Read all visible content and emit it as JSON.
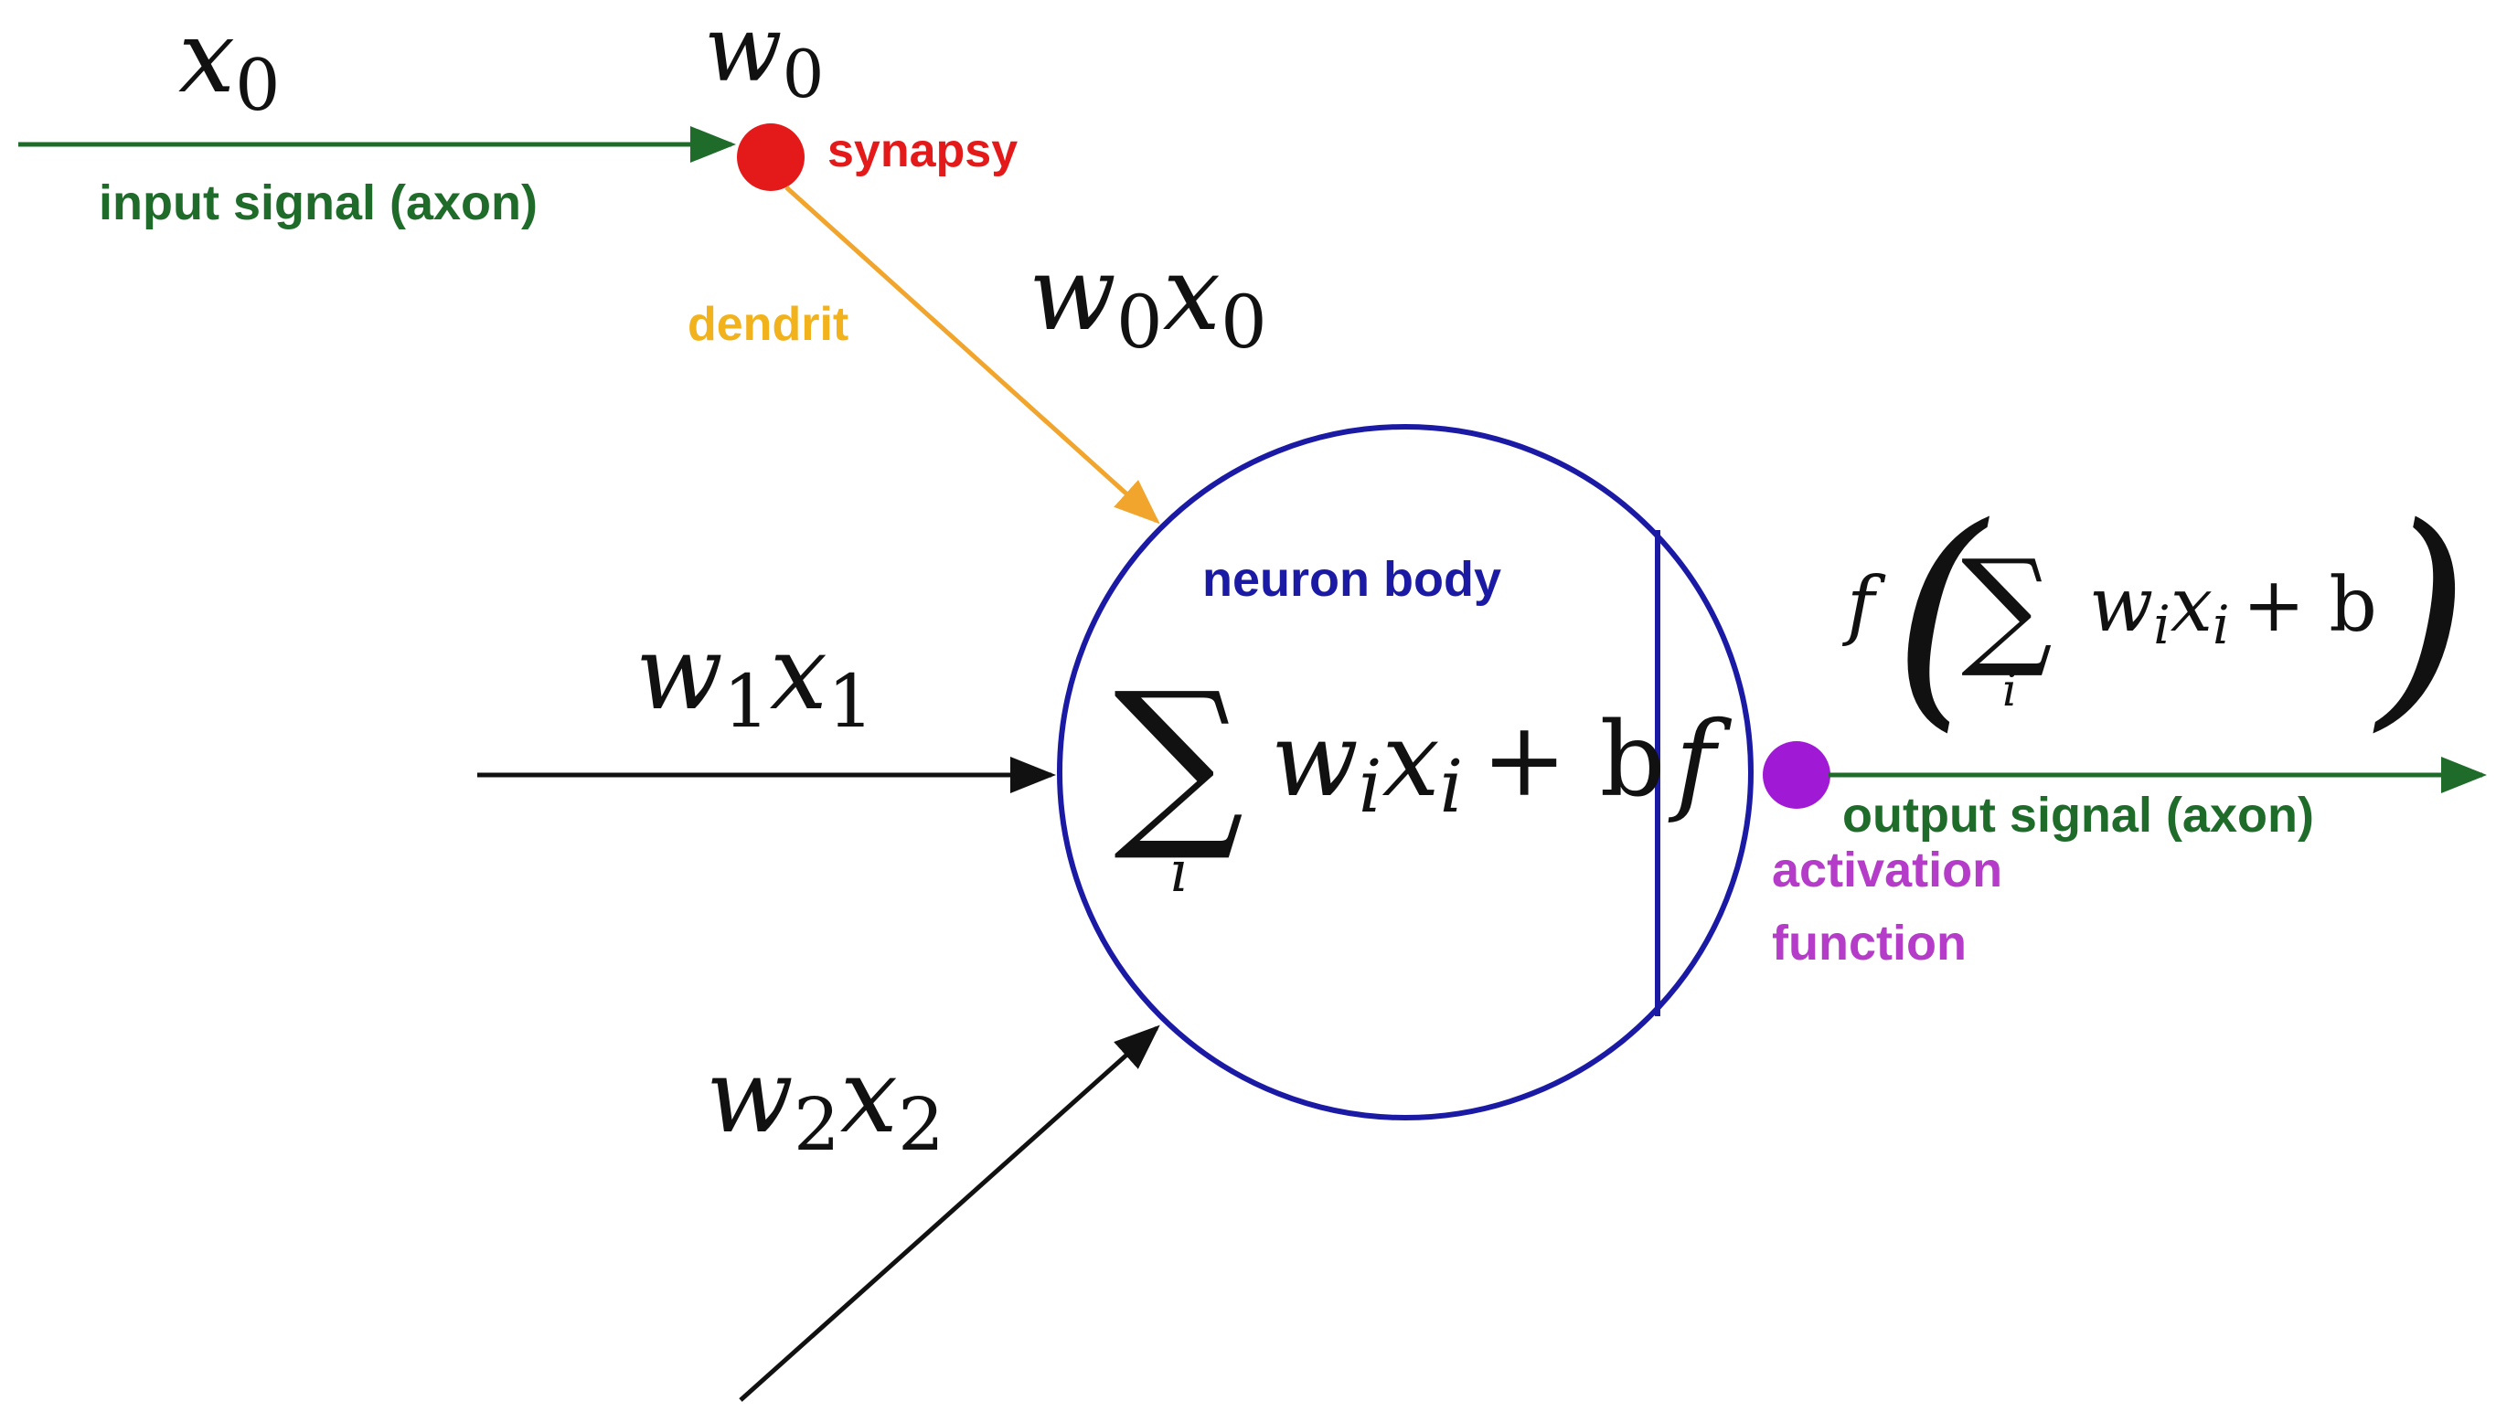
{
  "colors": {
    "green": "#1e6b2a",
    "red": "#e41a1a",
    "orange": "#f2a52c",
    "blue": "#1a1aa5",
    "purple": "#a01ad6",
    "magenta": "#b43cc8",
    "dendrit_label": "#f2b21c",
    "black": "#111111"
  },
  "math": {
    "x0": {
      "base": "x",
      "sub": "0"
    },
    "w0": {
      "base": "w",
      "sub": "0"
    },
    "w0x0": {
      "a": "w",
      "a_sub": "0",
      "b": "x",
      "b_sub": "0"
    },
    "w1x1": {
      "a": "w",
      "a_sub": "1",
      "b": "x",
      "b_sub": "1"
    },
    "w2x2": {
      "a": "w",
      "a_sub": "2",
      "b": "x",
      "b_sub": "2"
    },
    "sum": {
      "symbol": "∑",
      "index": "i",
      "w": "w",
      "x": "x",
      "sub": "i",
      "plus_b": "+ b"
    },
    "f": "f",
    "output": {
      "f": "f",
      "lparen": "(",
      "rparen": ")"
    }
  },
  "labels": {
    "input_signal": "input signal (axon)",
    "synapsy": "synapsy",
    "dendrit": "dendrit",
    "neuron_body": "neuron body",
    "output_signal": "output signal (axon)",
    "activation_line1": "activation",
    "activation_line2": "function"
  }
}
